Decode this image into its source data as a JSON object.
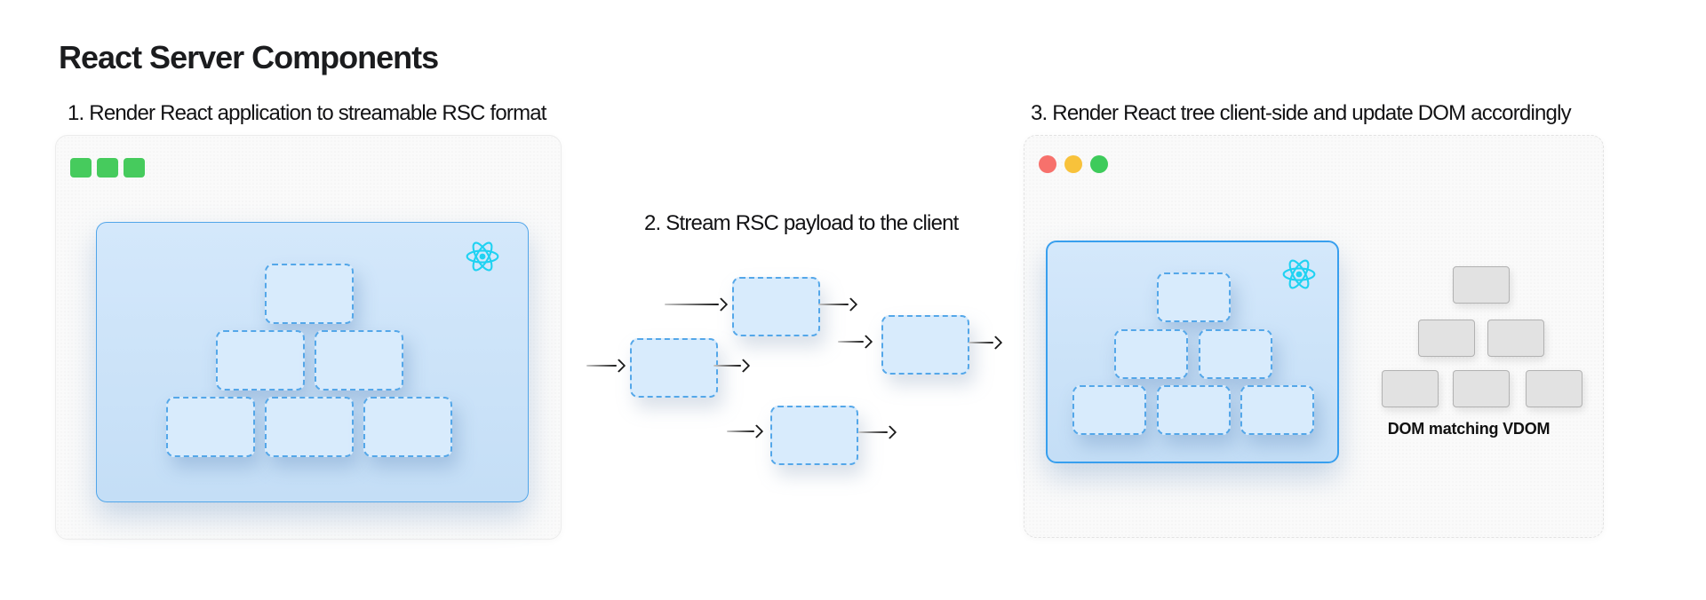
{
  "page": {
    "title": "React Server Components",
    "background_color": "#ffffff"
  },
  "steps": [
    {
      "number": "1",
      "label": "1. Render React application to streamable RSC format"
    },
    {
      "number": "2",
      "label": "2. Stream RSC payload to the client"
    },
    {
      "number": "3",
      "label": "3. Render React tree client-side and update DOM accordingly"
    }
  ],
  "server_window": {
    "kind": "server-window",
    "window_controls": {
      "shape": "square",
      "count": 3,
      "color": "#46cb5d"
    },
    "react_root": {
      "icon": "react-atom-icon",
      "vdom_tree_rows": [
        1,
        2,
        3
      ]
    }
  },
  "stream": {
    "chunk_count": 4,
    "arrow_count": 8,
    "chunk_style": "dashed-blue-box"
  },
  "client_window": {
    "kind": "browser-window",
    "window_controls": {
      "shape": "circle",
      "colors": [
        "#f7716c",
        "#f8c23b",
        "#3ecb5b"
      ]
    },
    "react_root": {
      "icon": "react-atom-icon",
      "vdom_tree_rows": [
        1,
        2,
        3
      ]
    },
    "dom_tree": {
      "rows": [
        1,
        2,
        3
      ],
      "label": "DOM matching VDOM"
    }
  },
  "colors": {
    "react_cyan": "#1fd2f2",
    "node_border_blue": "#54a7e9",
    "node_fill_blue": "#d8ebfc",
    "container_fill_blue": "#cbe3f9",
    "container_border_blue": "#4aa3e9",
    "dom_node_fill": "#e2e2e2",
    "dom_node_border": "#b2b2b2",
    "panel_background": "#fafafa",
    "arrow_color": "#1a1a1a",
    "text_color": "#17181a"
  }
}
